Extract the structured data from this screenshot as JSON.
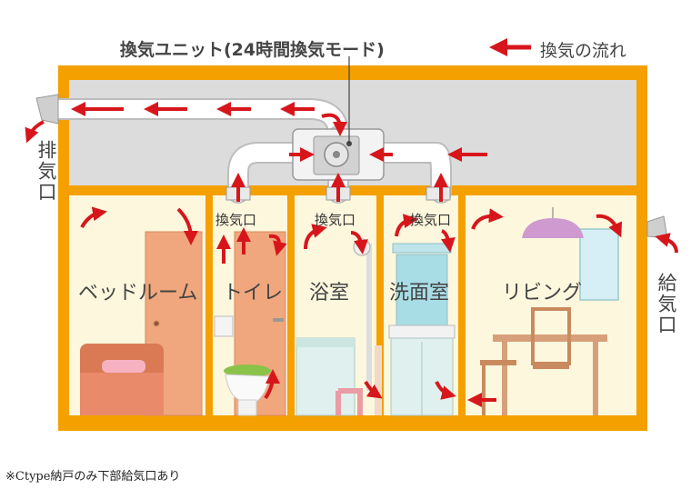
{
  "title": "換気ユニット(24時間換気モード)",
  "legend": {
    "label": "換気の流れ",
    "arrow_color": "#d7161c"
  },
  "exhaust_label": "排気口",
  "supply_label": "給気口",
  "vent_labels": [
    "換気口",
    "換気口",
    "換気口"
  ],
  "rooms": [
    "ベッドルーム",
    "トイレ",
    "浴室",
    "洗面室",
    "リビング"
  ],
  "footnote": "※Ctype納戸のみ下部給気口あり",
  "colors": {
    "frame": "#f4a000",
    "attic": "#dcdcdc",
    "room": "#fdf7dd",
    "door": "#f0a77d",
    "duct": "#ffffff",
    "arrow": "#d7161c"
  }
}
